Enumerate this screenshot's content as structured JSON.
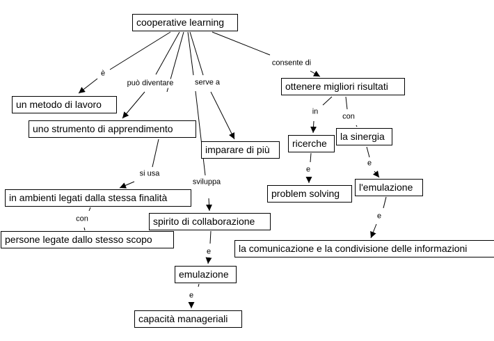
{
  "concepts": {
    "cooperative_learning": "cooperative learning",
    "metodo": "un metodo di lavoro",
    "strumento": "uno strumento di apprendimento",
    "imparare": "imparare di più",
    "ambienti": "in ambienti legati dalla stessa finalità",
    "persone": "persone legate dallo stesso scopo",
    "spirito": "spirito di collaborazione",
    "emulazione": "emulazione",
    "capacita": "capacità manageriali",
    "ottenere": "ottenere migliori risultati",
    "ricerche": "ricerche",
    "sinergia": "la sinergia",
    "problem": "problem solving",
    "l_emulazione": "l'emulazione",
    "comunicazione": "la comunicazione e la condivisione delle informazioni"
  },
  "links": {
    "e_grave": "è",
    "puo_diventare": "può diventare",
    "serve_a": "serve a",
    "consente_di": "consente di",
    "si_usa": "si usa",
    "sviluppa": "sviluppa",
    "con1": "con",
    "e1": "e",
    "e2": "e",
    "in": "in",
    "con2": "con",
    "e3": "e",
    "e4": "e",
    "e5": "e"
  }
}
